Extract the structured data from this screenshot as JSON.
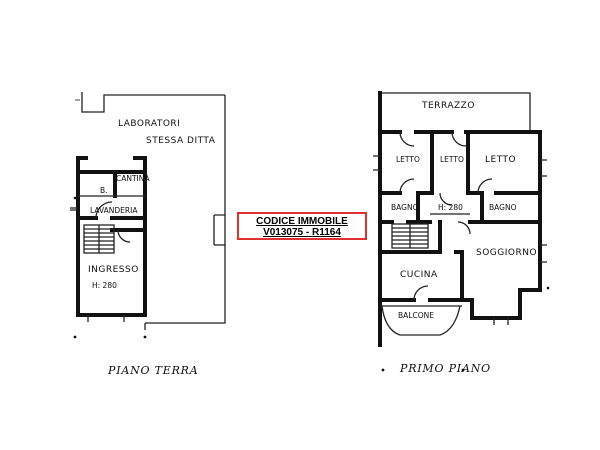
{
  "piano_terra": {
    "caption": "PIANO TERRA",
    "labels": {
      "laboratori": "LABORATORI",
      "stessa_ditta": "STESSA DITTA",
      "cantina": "CANTINA",
      "bagno": "B.",
      "lavanderia": "LAVANDERIA",
      "ingresso": "INGRESSO",
      "height": "H: 280"
    }
  },
  "primo_piano": {
    "caption": "PRIMO PIANO",
    "labels": {
      "terrazzo": "TERRAZZO",
      "letto_1": "LETTO",
      "letto_2": "LETTO",
      "letto_3": "LETTO",
      "bagno_left": "BAGNO",
      "height": "H: 280",
      "bagno_right": "BAGNO",
      "soggiorno": "SOGGIORNO",
      "cucina": "CUCINA",
      "balcone": "BALCONE"
    }
  },
  "code_box": {
    "line1": "CODICE IMMOBILE",
    "line2": "V013075 - R1164",
    "border_color": "#e03030"
  }
}
